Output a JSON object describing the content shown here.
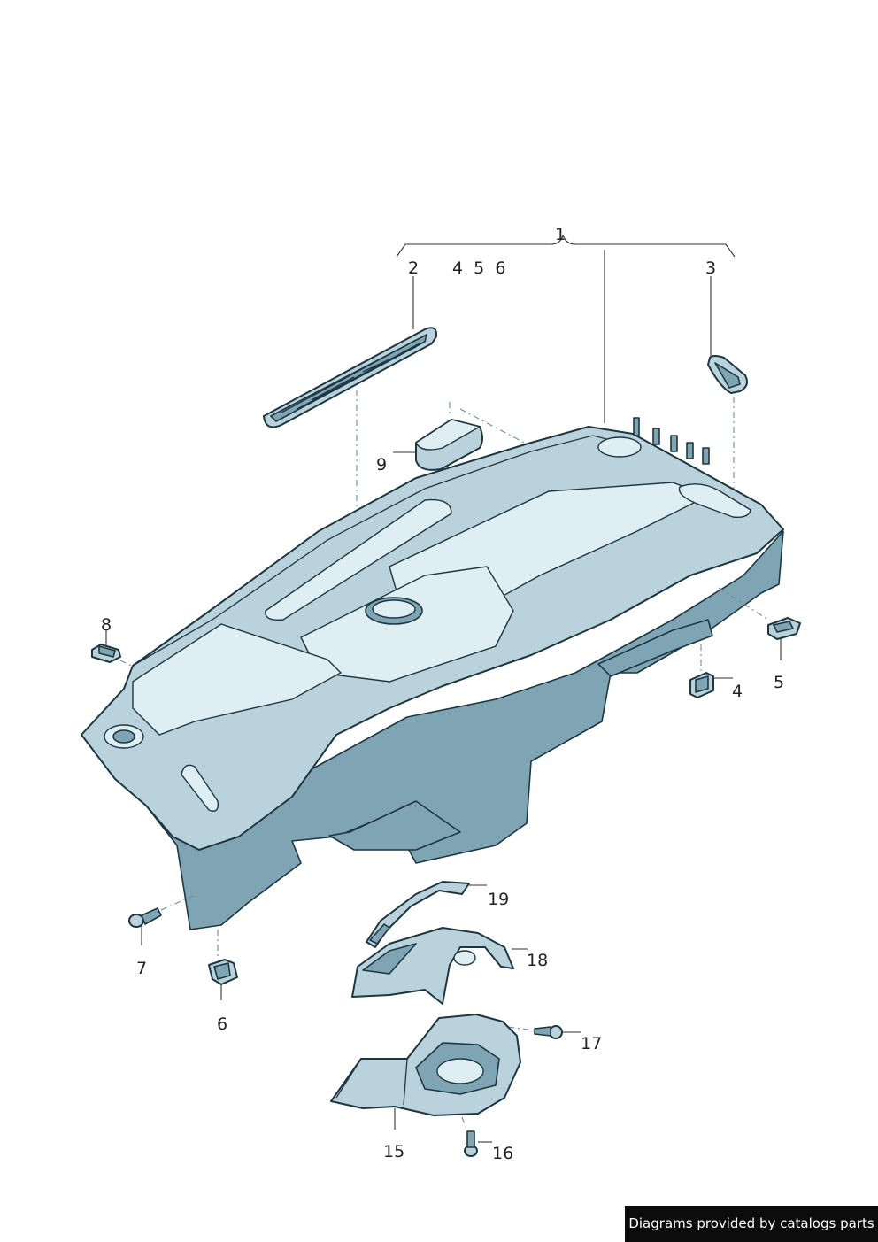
{
  "callouts": [
    {
      "id": "1",
      "text": "1"
    },
    {
      "id": "2",
      "text": "2"
    },
    {
      "id": "456",
      "text": "4  5  6"
    },
    {
      "id": "3",
      "text": "3"
    },
    {
      "id": "9",
      "text": "9"
    },
    {
      "id": "8",
      "text": "8"
    },
    {
      "id": "4",
      "text": "4"
    },
    {
      "id": "5",
      "text": "5"
    },
    {
      "id": "7",
      "text": "7"
    },
    {
      "id": "6",
      "text": "6"
    },
    {
      "id": "19",
      "text": "19"
    },
    {
      "id": "18",
      "text": "18"
    },
    {
      "id": "17",
      "text": "17"
    },
    {
      "id": "15",
      "text": "15"
    },
    {
      "id": "16",
      "text": "16"
    }
  ],
  "footer": {
    "text": "Diagrams provided by catalogs parts"
  },
  "colors": {
    "part_fill": "#b9d2dc",
    "part_stroke": "#1d3640",
    "footer_bg": "#0c0c0c"
  }
}
